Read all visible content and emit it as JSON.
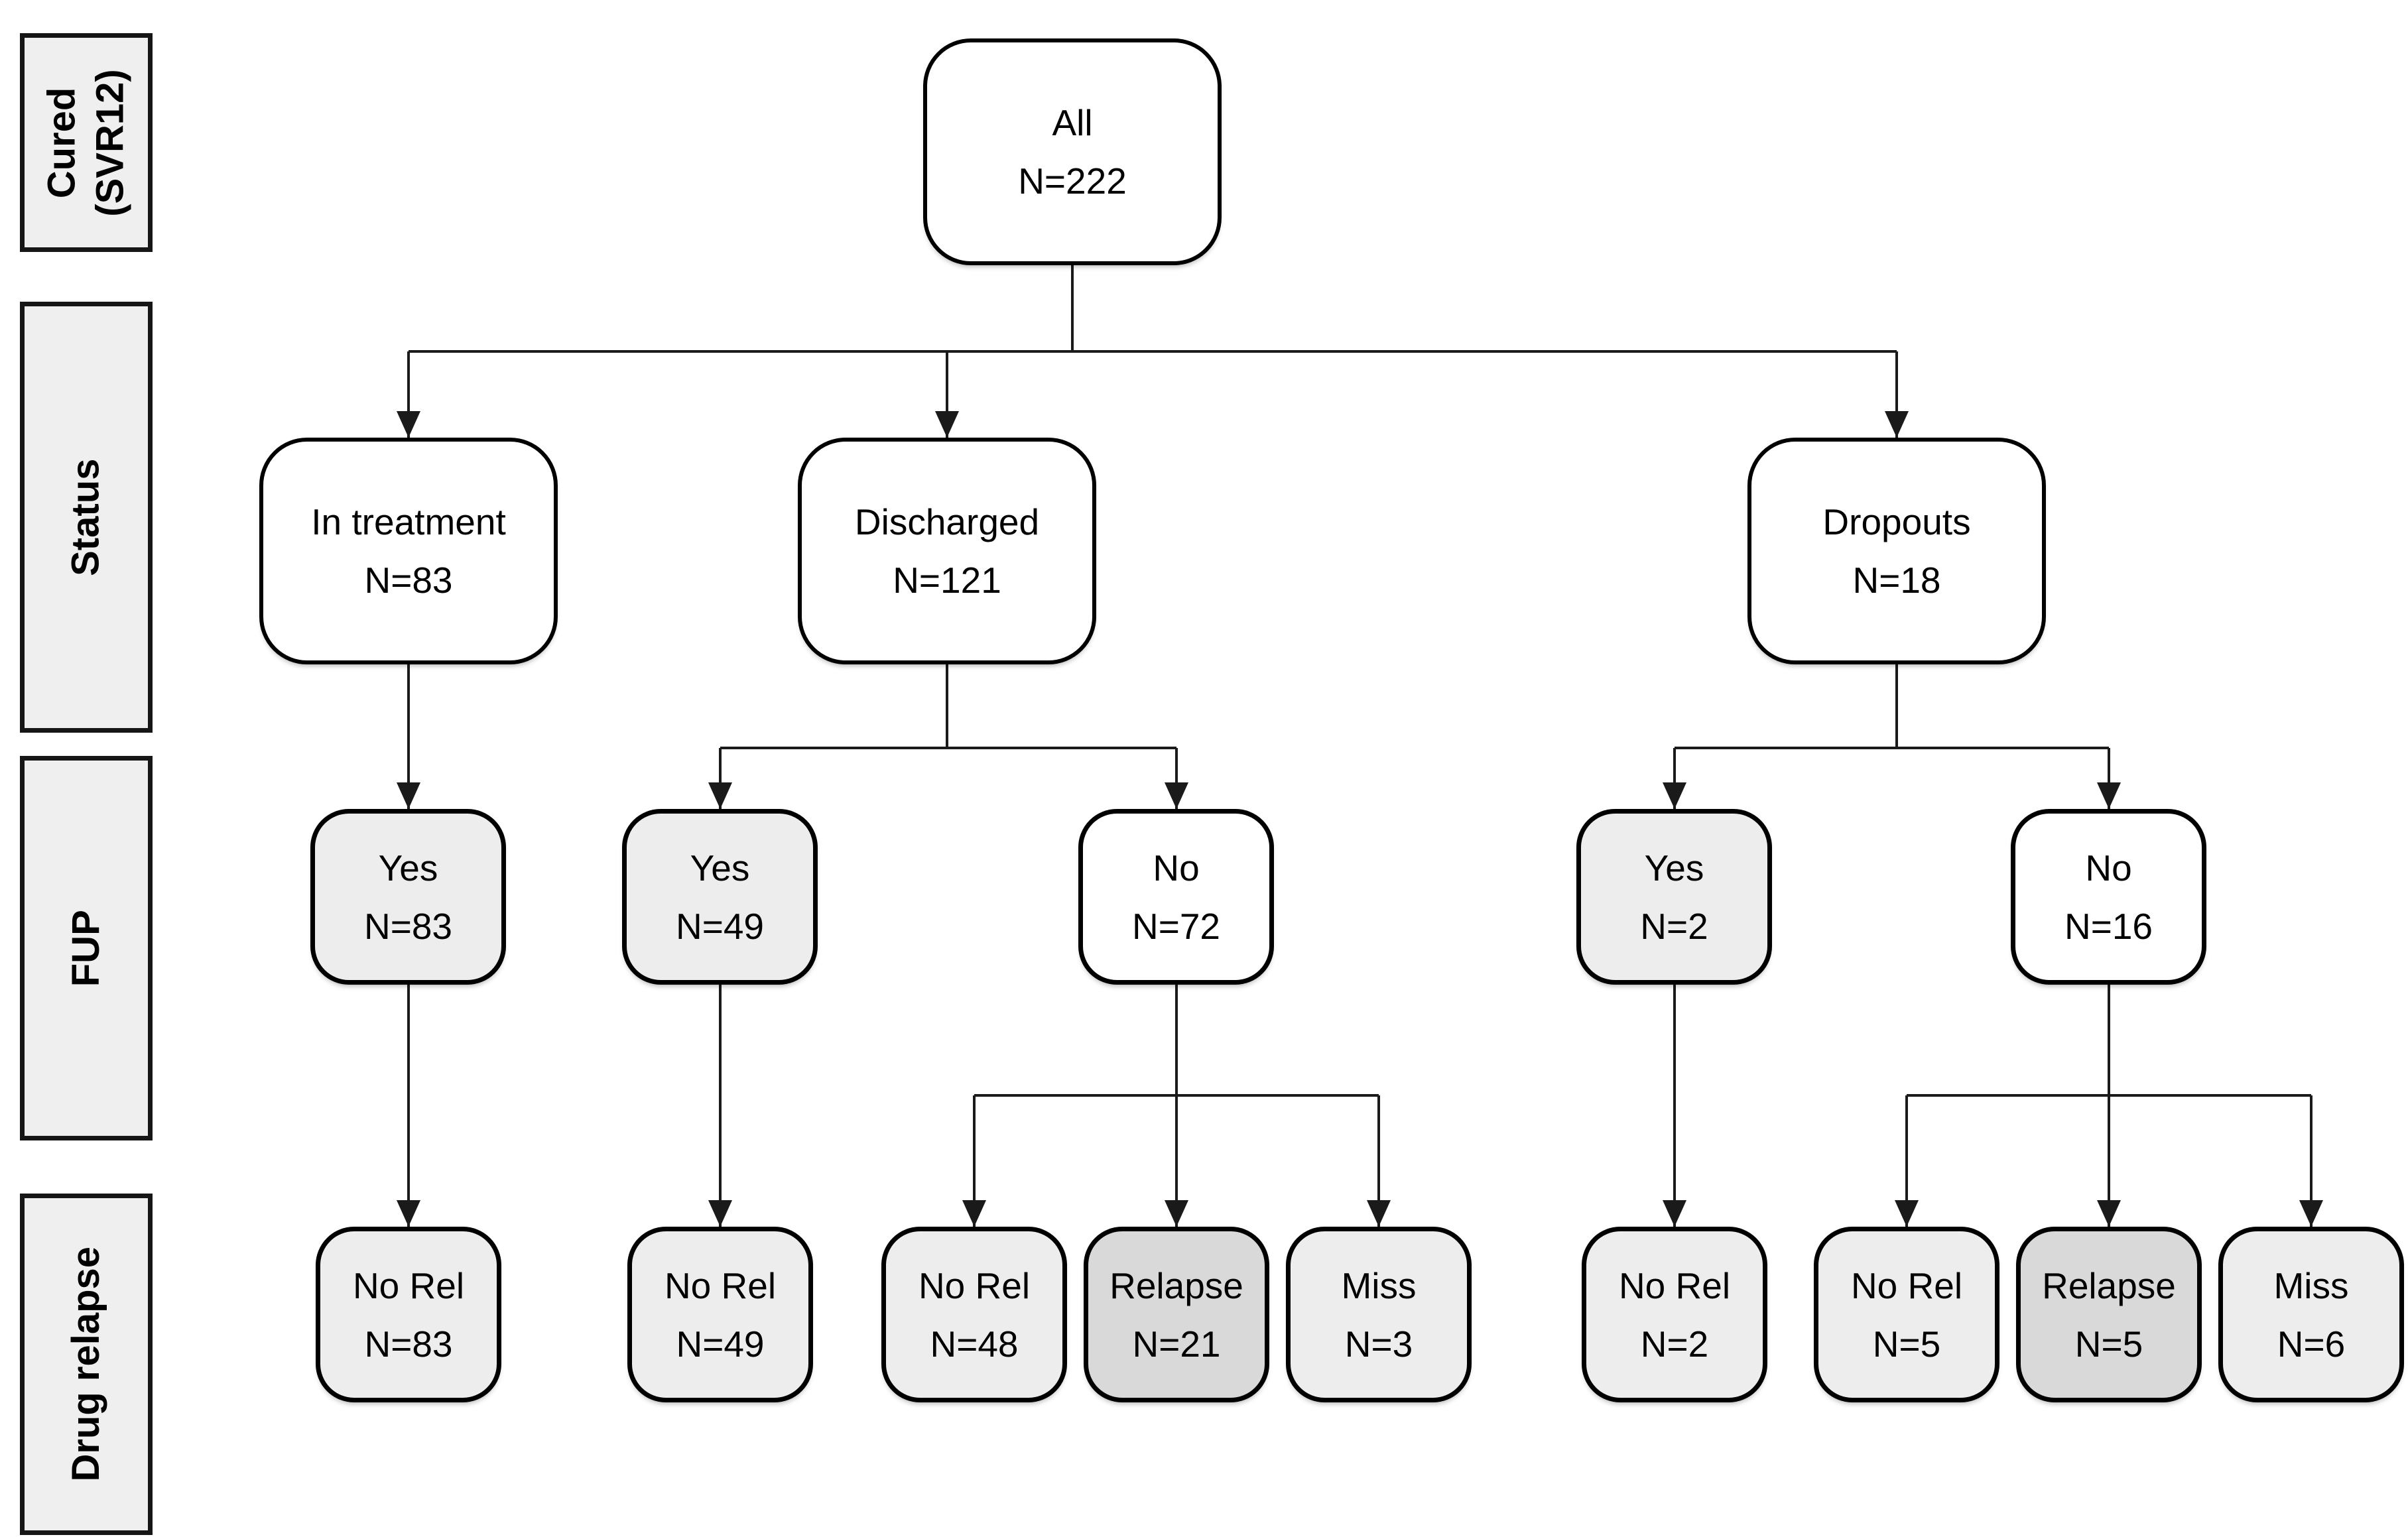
{
  "diagram_type": "patient-flow-chart",
  "colors": {
    "node_white": "#ffffff",
    "node_light_gray": "#ededed",
    "node_dark_gray": "#d9d9d9",
    "sidebar_fill": "#efefef",
    "border": "#000000",
    "connector": "#1a1a1a"
  },
  "sidebar": {
    "rows": [
      {
        "label": "Cured\n(SVR12)"
      },
      {
        "label": "Status"
      },
      {
        "label": "FUP"
      },
      {
        "label": "Drug relapse"
      }
    ]
  },
  "nodes": {
    "all": {
      "label": "All",
      "n": "N=222"
    },
    "in_treatment": {
      "label": "In treatment",
      "n": "N=83"
    },
    "discharged": {
      "label": "Discharged",
      "n": "N=121"
    },
    "dropouts": {
      "label": "Dropouts",
      "n": "N=18"
    },
    "fup_treatment_yes": {
      "label": "Yes",
      "n": "N=83"
    },
    "fup_discharged_yes": {
      "label": "Yes",
      "n": "N=49"
    },
    "fup_discharged_no": {
      "label": "No",
      "n": "N=72"
    },
    "fup_dropouts_yes": {
      "label": "Yes",
      "n": "N=2"
    },
    "fup_dropouts_no": {
      "label": "No",
      "n": "N=16"
    },
    "relapse_treatment_norel": {
      "label": "No Rel",
      "n": "N=83"
    },
    "relapse_disch_fup_norel": {
      "label": "No Rel",
      "n": "N=49"
    },
    "relapse_disch_nofup_norel": {
      "label": "No Rel",
      "n": "N=48"
    },
    "relapse_disch_nofup_rel": {
      "label": "Relapse",
      "n": "N=21"
    },
    "relapse_disch_nofup_miss": {
      "label": "Miss",
      "n": "N=3"
    },
    "relapse_drop_fup_norel": {
      "label": "No Rel",
      "n": "N=2"
    },
    "relapse_drop_nofup_norel": {
      "label": "No Rel",
      "n": "N=5"
    },
    "relapse_drop_nofup_rel": {
      "label": "Relapse",
      "n": "N=5"
    },
    "relapse_drop_nofup_miss": {
      "label": "Miss",
      "n": "N=6"
    }
  }
}
